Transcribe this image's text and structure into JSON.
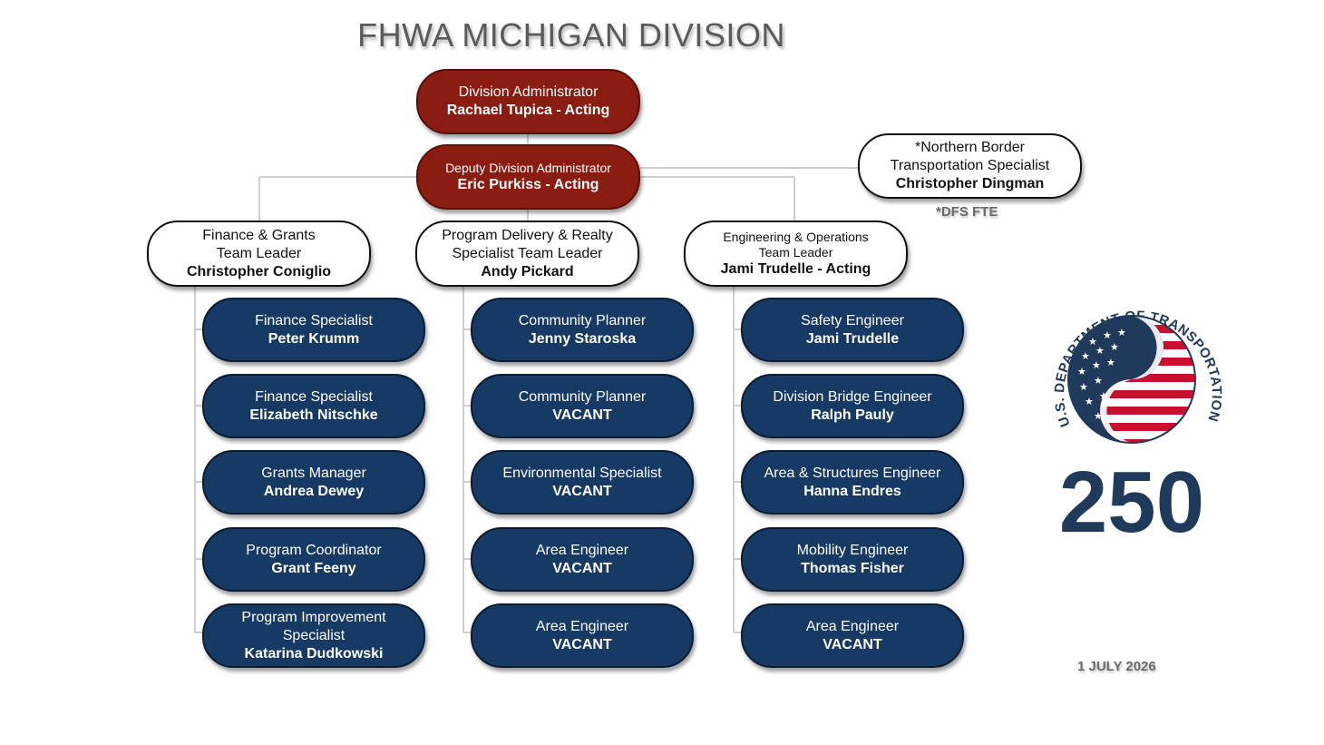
{
  "title": "FHWA MICHIGAN DIVISION",
  "leadership": {
    "admin": {
      "role": "Division Administrator",
      "name": "Rachael Tupica - Acting"
    },
    "deputy": {
      "role": "Deputy Division Administrator",
      "name": "Eric Purkiss - Acting"
    },
    "border": {
      "role_line1": "*Northern Border",
      "role_line2": "Transportation Specialist",
      "name": "Christopher Dingman"
    },
    "dfs_note": "*DFS FTE"
  },
  "teams": [
    {
      "leader": {
        "role_line1": "Finance & Grants",
        "role_line2": "Team Leader",
        "name": "Christopher Coniglio"
      },
      "members": [
        {
          "role_line1": "Finance Specialist",
          "role_line2": "",
          "name": "Peter Krumm"
        },
        {
          "role_line1": "Finance Specialist",
          "role_line2": "",
          "name": "Elizabeth Nitschke"
        },
        {
          "role_line1": "Grants Manager",
          "role_line2": "",
          "name": "Andrea Dewey"
        },
        {
          "role_line1": "Program Coordinator",
          "role_line2": "",
          "name": "Grant Feeny"
        },
        {
          "role_line1": "Program Improvement",
          "role_line2": "Specialist",
          "name": "Katarina Dudkowski"
        }
      ]
    },
    {
      "leader": {
        "role_line1": "Program Delivery & Realty",
        "role_line2": "Specialist Team Leader",
        "name": "Andy Pickard"
      },
      "members": [
        {
          "role_line1": "Community Planner",
          "role_line2": "",
          "name": "Jenny Staroska"
        },
        {
          "role_line1": "Community Planner",
          "role_line2": "",
          "name": "VACANT"
        },
        {
          "role_line1": "Environmental Specialist",
          "role_line2": "",
          "name": "VACANT"
        },
        {
          "role_line1": "Area Engineer",
          "role_line2": "",
          "name": "VACANT"
        },
        {
          "role_line1": "Area Engineer",
          "role_line2": "",
          "name": "VACANT"
        }
      ]
    },
    {
      "leader": {
        "role_line1": "Engineering & Operations",
        "role_line2": "Team Leader",
        "name": "Jami Trudelle - Acting"
      },
      "members": [
        {
          "role_line1": "Safety Engineer",
          "role_line2": "",
          "name": "Jami Trudelle"
        },
        {
          "role_line1": "Division Bridge Engineer",
          "role_line2": "",
          "name": "Ralph Pauly"
        },
        {
          "role_line1": "Area & Structures Engineer",
          "role_line2": "",
          "name": "Hanna Endres"
        },
        {
          "role_line1": "Mobility Engineer",
          "role_line2": "",
          "name": "Thomas Fisher"
        },
        {
          "role_line1": "Area Engineer",
          "role_line2": "",
          "name": "VACANT"
        }
      ]
    }
  ],
  "logo": {
    "ring_text": "U.S. DEPARTMENT OF TRANSPORTATION",
    "number": "250",
    "icon": "usdot-250-emblem"
  },
  "date": "1 JULY 2026",
  "colors": {
    "leadership": "#8b1c12",
    "staff": "#163a63",
    "connector": "#cfcfcf",
    "title": "#5a5a5a"
  }
}
